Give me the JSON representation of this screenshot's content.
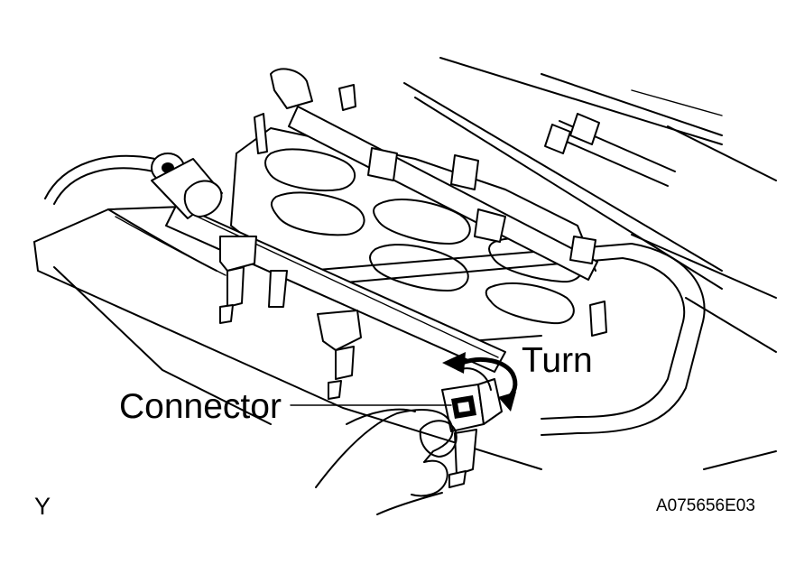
{
  "labels": {
    "turn": "Turn",
    "connector": "Connector",
    "view_letter": "Y",
    "figure_code": "A075656E03"
  },
  "icons": {
    "rotation_arrow": "curved-arrow-icon"
  }
}
